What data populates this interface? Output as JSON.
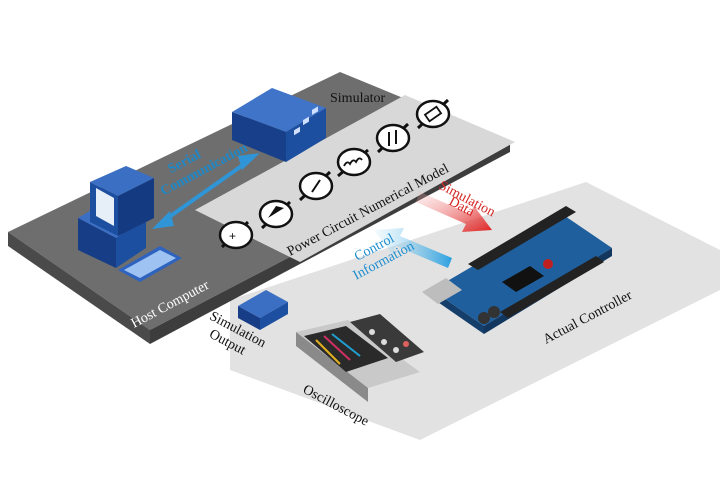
{
  "labels": {
    "simulator": "Simulator",
    "serial_line1": "Serial",
    "serial_line2": "Communication",
    "model": "Power Circuit Numerical Model",
    "sim_data_line1": "Simulation",
    "sim_data_line2": "Data",
    "control_line1": "Control",
    "control_line2": "Information",
    "host": "Host Computer",
    "sim_out_line1": "Simulation",
    "sim_out_line2": "Output",
    "controller": "Actual Controller",
    "oscilloscope": "Oscilloscope"
  },
  "colors": {
    "platform_dark": "#6b6b6b",
    "platform_light": "#d3d3d3",
    "blue_device": "#1d4fa0",
    "arrow_blue": "#38a7e0",
    "arrow_red": "#e23030"
  },
  "icons": [
    "voltage-source-icon",
    "diode-icon",
    "current-source-icon",
    "inductor-icon",
    "capacitor-icon",
    "resistor-icon"
  ]
}
